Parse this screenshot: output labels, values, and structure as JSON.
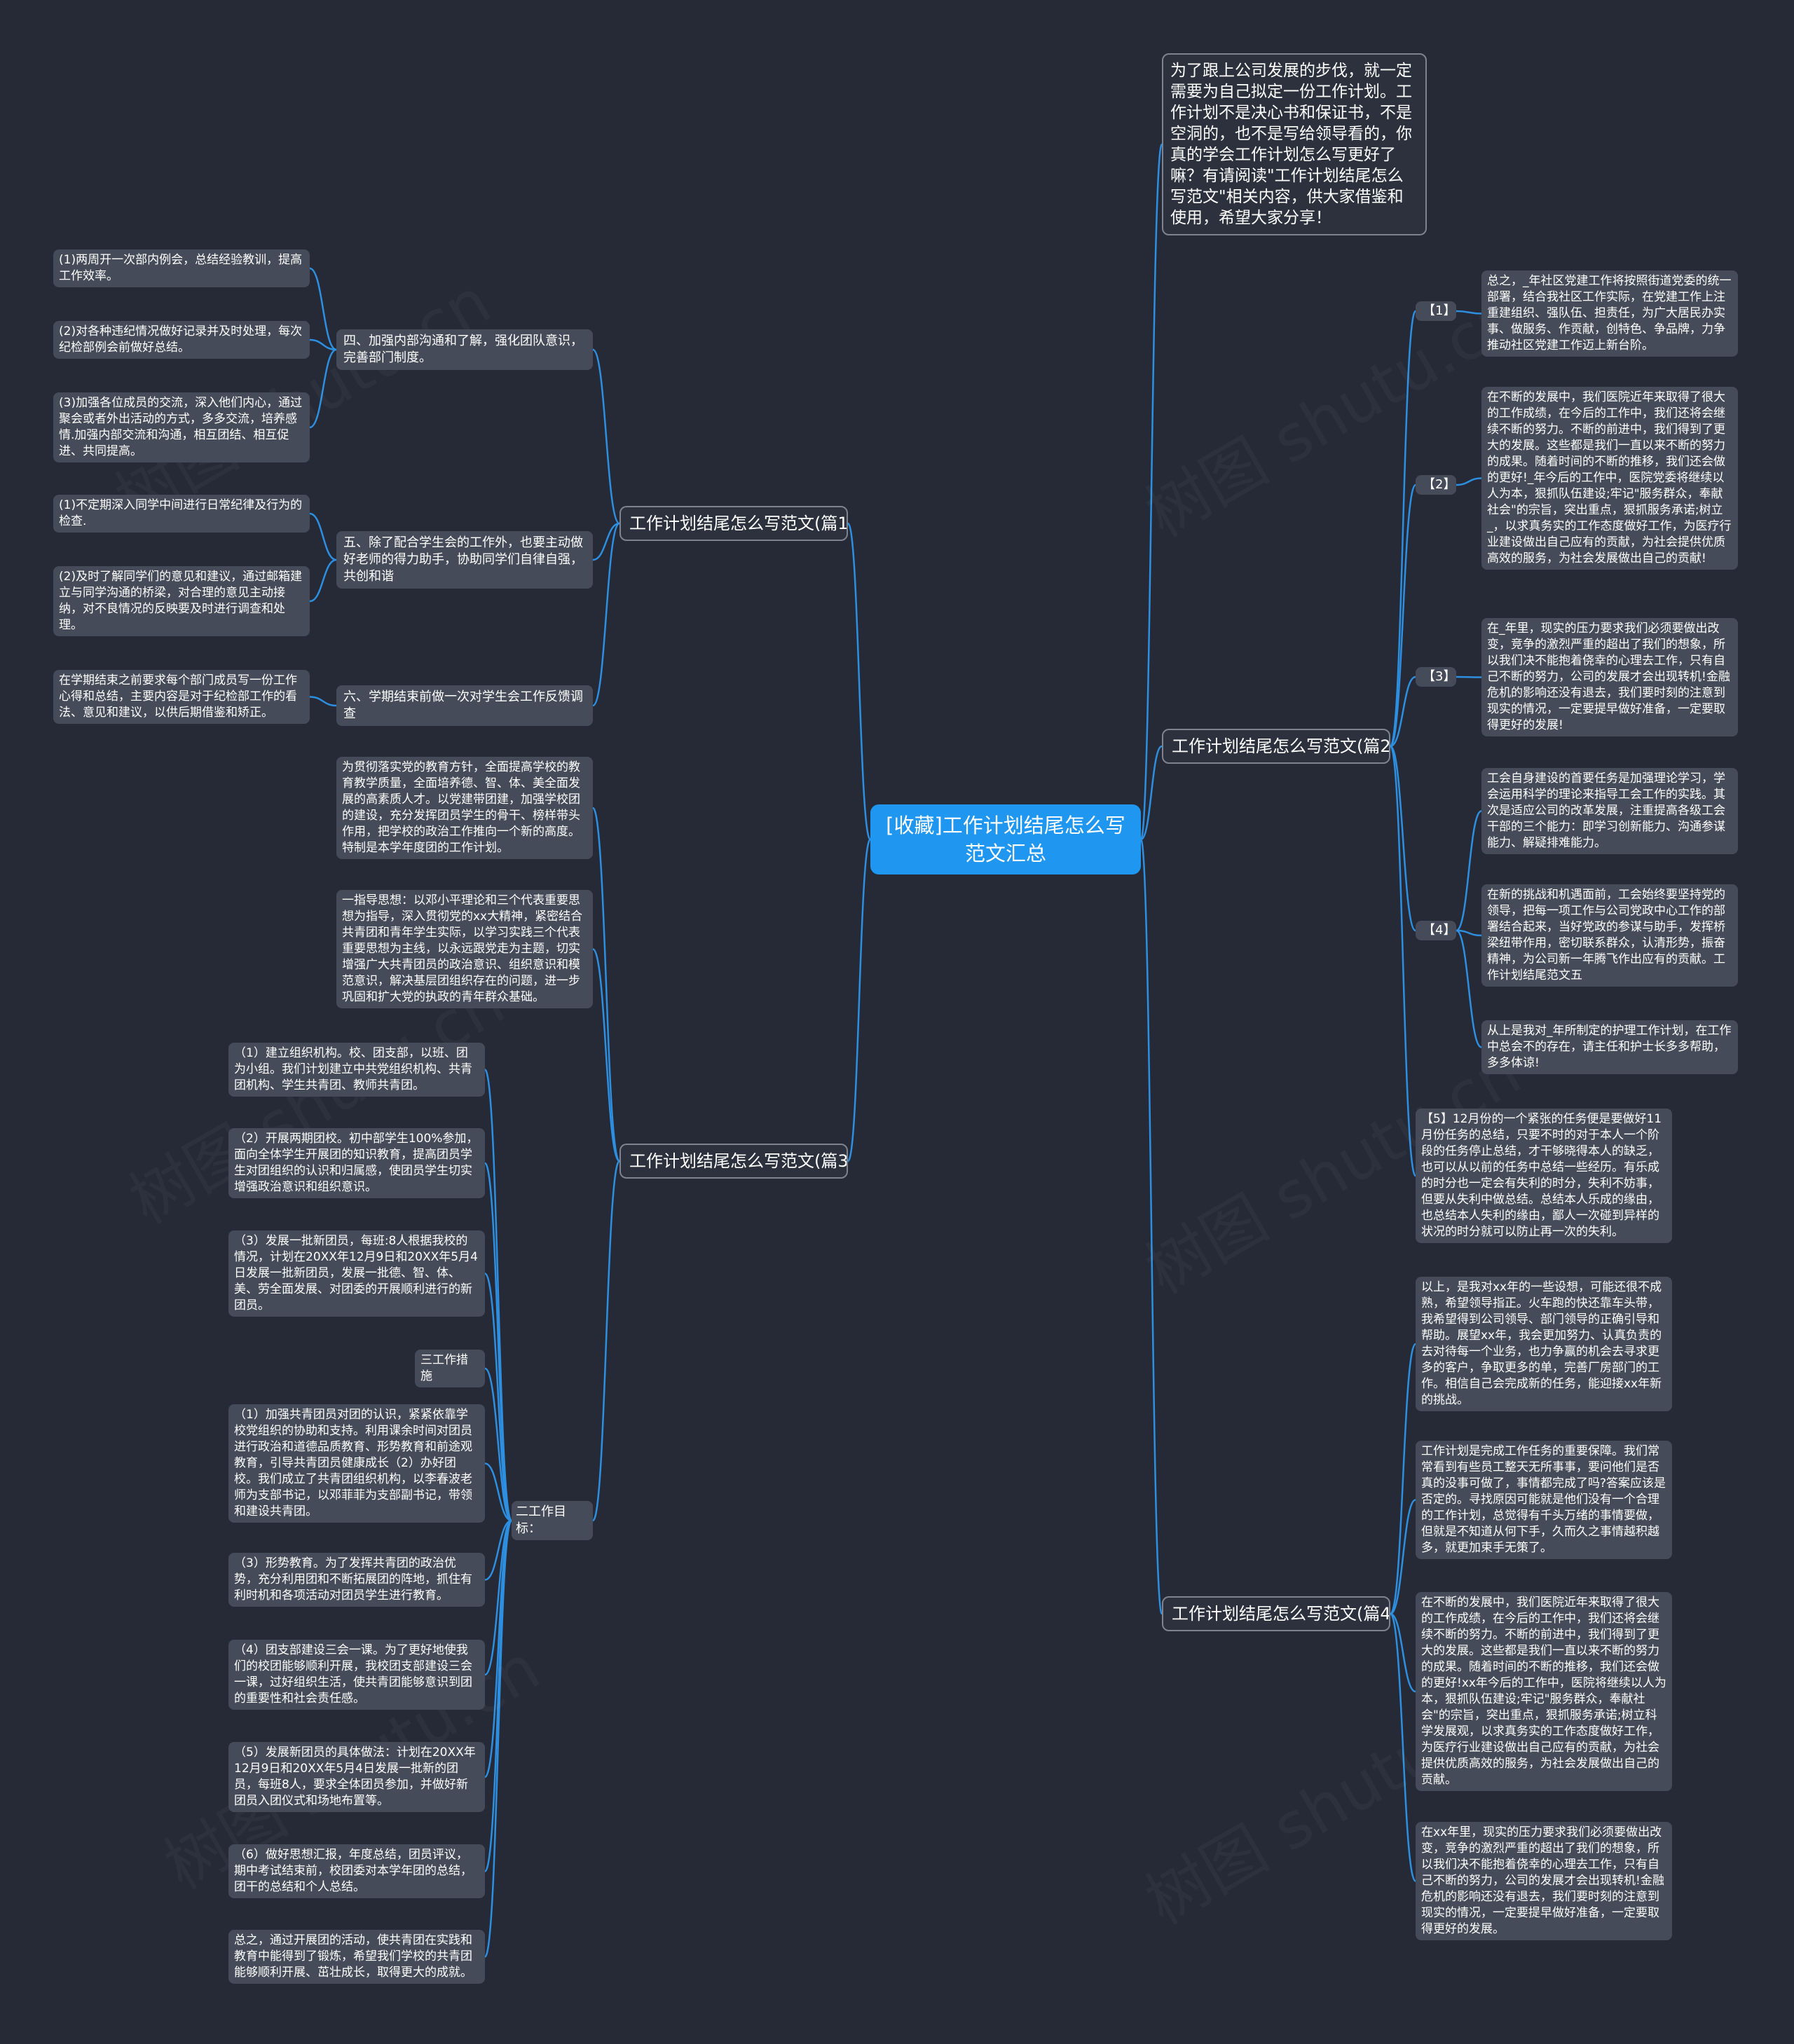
{
  "colors": {
    "background": "#252a36",
    "root": "#1f96f0",
    "line": "#2e8fe0",
    "node": "#454b59"
  },
  "root": "[收藏]工作计划结尾怎么写范文汇总",
  "intro": "为了跟上公司发展的步伐，就一定需要为自己拟定一份工作计划。工作计划不是决心书和保证书，不是空洞的，也不是写给领导看的，你真的学会工作计划怎么写更好了嘛？有请阅读\"工作计划结尾怎么写范文\"相关内容，供大家借鉴和使用，希望大家分享！",
  "branch1": {
    "title": "工作计划结尾怎么写范文(篇1)",
    "s4": "四、加强内部沟通和了解，强化团队意识，完善部门制度。",
    "s4_items": [
      "(1)两周开一次部内例会，总结经验教训，提高工作效率。",
      "(2)对各种违纪情况做好记录并及时处理，每次纪检部例会前做好总结。",
      "(3)加强各位成员的交流，深入他们内心，通过聚会或者外出活动的方式，多多交流，培养感情.加强内部交流和沟通，相互团结、相互促进、共同提高。"
    ],
    "s5": "五、除了配合学生会的工作外，也要主动做好老师的得力助手，协助同学们自律自强，共创和谐",
    "s5_items": [
      "(1)不定期深入同学中间进行日常纪律及行为的检查.",
      "(2)及时了解同学们的意见和建议，通过邮箱建立与同学沟通的桥梁，对合理的意见主动接纳，对不良情况的反映要及时进行调查和处理。"
    ],
    "s6": "六、学期结束前做一次对学生会工作反馈调查",
    "s6_items": [
      "在学期结束之前要求每个部门成员写一份工作心得和总结，主要内容是对于纪检部工作的看法、意见和建议，以供后期借鉴和矫正。"
    ]
  },
  "branch3": {
    "title": "工作计划结尾怎么写范文(篇3)",
    "p1": "为贯彻落实党的教育方针，全面提高学校的教育教学质量，全面培养德、智、体、美全面发展的高素质人才。以党建带团建，加强学校团的建设，充分发挥团员学生的骨干、榜样带头作用，把学校的政治工作推向一个新的高度。特制是本学年度团的工作计划。",
    "p2": "一指导思想：以邓小平理论和三个代表重要思想为指导，深入贯彻党的xx大精神，紧密结合共青团和青年学生实际，以学习实践三个代表重要思想为主线，以永远跟党走为主题，切实增强广大共青团员的政治意识、组织意识和模范意识，解决基层团组织存在的问题，进一步巩固和扩大党的执政的青年群众基础。",
    "goal": "二工作目标：",
    "goal_items": [
      "（1）建立组织机构。校、团支部，以班、团为小组。我们计划建立中共党组织机构、共青团机构、学生共青团、教师共青团。",
      "（2）开展两期团校。初中部学生100%参加，面向全体学生开展团的知识教育，提高团员学生对团组织的认识和归属感，使团员学生切实增强政治意识和组织意识。",
      "（3）发展一批新团员，每班:8人根据我校的情况，计划在20XX年12月9日和20XX年5月4日发展一批新团员，发展一批德、智、体、美、劳全面发展、对团委的开展顺利进行的新团员。",
      "三工作措施",
      "（1）加强共青团员对团的认识，紧紧依靠学校党组织的协助和支持。利用课余时间对团员进行政治和道德品质教育、形势教育和前途观教育，引导共青团员健康成长（2）办好团校。我们成立了共青团组织机构，以李春波老师为支部书记，以邓菲菲为支部副书记，带领和建设共青团。",
      "（3）形势教育。为了发挥共青团的政治优势，充分利用团和不断拓展团的阵地，抓住有利时机和各项活动对团员学生进行教育。",
      "（4）团支部建设三会一课。为了更好地使我们的校团能够顺利开展，我校团支部建设三会一课，过好组织生活，使共青团能够意识到团的重要性和社会责任感。",
      "（5）发展新团员的具体做法：计划在20XX年12月9日和20XX年5月4日发展一批新的团员，每班8人，要求全体团员参加，并做好新团员入团仪式和场地布置等。",
      "（6）做好思想汇报，年度总结，团员评议，期中考试结束前，校团委对本学年团的总结，团干的总结和个人总结。",
      "总之，通过开展团的活动，使共青团在实践和教育中能得到了锻炼，希望我们学校的共青团能够顺利开展、茁壮成长，取得更大的成就。"
    ]
  },
  "branch2": {
    "title": "工作计划结尾怎么写范文(篇2)",
    "tag1": "【1】",
    "t1_items": [
      "总之，_年社区党建工作将按照街道党委的统一部署，结合我社区工作实际，在党建工作上注重建组织、强队伍、担责任，为广大居民办实事、做服务、作贡献，创特色、争品牌，力争推动社区党建工作迈上新台阶。"
    ],
    "tag2": "【2】",
    "t2_items": [
      "在不断的发展中，我们医院近年来取得了很大的工作成绩，在今后的工作中，我们还将会继续不断的努力。不断的前进中，我们得到了更大的发展。这些都是我们一直以来不断的努力的成果。随着时间的不断的推移，我们还会做的更好!_年今后的工作中，医院党委将继续以人为本，狠抓队伍建设;牢记\"服务群众，奉献社会\"的宗旨，突出重点，狠抓服务承诺;树立_，以求真务实的工作态度做好工作，为医疗行业建设做出自己应有的贡献，为社会提供优质高效的服务，为社会发展做出自己的贡献!"
    ],
    "tag3": "【3】",
    "t3_items": [
      "在_年里，现实的压力要求我们必须要做出改变，竞争的激烈严重的超出了我们的想象，所以我们决不能抱着侥幸的心理去工作，只有自己不断的努力，公司的发展才会出现转机!金融危机的影响还没有退去，我们要时刻的注意到现实的情况，一定要提早做好准备，一定要取得更好的发展!"
    ],
    "tag4": "【4】",
    "t4_items": [
      "工会自身建设的首要任务是加强理论学习，学会运用科学的理论来指导工会工作的实践。其次是适应公司的改革发展，注重提高各级工会干部的三个能力：即学习创新能力、沟通参谋能力、解疑排难能力。",
      "在新的挑战和机遇面前，工会始终要坚持党的领导，把每一项工作与公司党政中心工作的部署结合起来，当好党政的参谋与助手，发挥桥梁纽带作用，密切联系群众，认清形势，振奋精神，为公司新一年腾飞作出应有的贡献。工作计划结尾范文五",
      "从上是我对_年所制定的护理工作计划，在工作中总会不的存在，请主任和护士长多多帮助，多多体谅!"
    ],
    "t5": "【5】12月份的一个紧张的任务便是要做好11月份任务的总结，只要不时的对于本人一个阶段的任务停止总结，才干够晓得本人的缺乏，也可以从以前的任务中总结一些经历。有乐成的时分也一定会有失利的时分，失利不妨事，但要从失利中做总结。总结本人乐成的缘由，也总结本人失利的缘由，鄙人一次碰到异样的状况的时分就可以防止再一次的失利。"
  },
  "branch4": {
    "title": "工作计划结尾怎么写范文(篇4)",
    "items": [
      "以上，是我对xx年的一些设想，可能还很不成熟，希望领导指正。火车跑的快还靠车头带，我希望得到公司领导、部门领导的正确引导和帮助。展望xx年，我会更加努力、认真负责的去对待每一个业务，也力争赢的机会去寻求更多的客户，争取更多的单，完善厂房部门的工作。相信自己会完成新的任务，能迎接xx年新的挑战。",
      "工作计划是完成工作任务的重要保障。我们常常看到有些员工整天无所事事，要问他们是否真的没事可做了，事情都完成了吗?答案应该是否定的。寻找原因可能就是他们没有一个合理的工作计划，总觉得有千头万绪的事情要做，但就是不知道从何下手，久而久之事情越积越多，就更加束手无策了。",
      "在不断的发展中，我们医院近年来取得了很大的工作成绩，在今后的工作中，我们还将会继续不断的努力。不断的前进中，我们得到了更大的发展。这些都是我们一直以来不断的努力的成果。随着时间的不断的推移，我们还会做的更好!xx年今后的工作中，医院将继续以人为本，狠抓队伍建设;牢记\"服务群众，奉献社会\"的宗旨，突出重点，狠抓服务承诺;树立科学发展观，以求真务实的工作态度做好工作，为医疗行业建设做出自己应有的贡献，为社会提供优质高效的服务，为社会发展做出自己的贡献。",
      "在xx年里，现实的压力要求我们必须要做出改变，竞争的激烈严重的超出了我们的想象，所以我们决不能抱着侥幸的心理去工作，只有自己不断的努力，公司的发展才会出现转机!金融危机的影响还没有退去，我们要时刻的注意到现实的情况，一定要提早做好准备，一定要取得更好的发展。"
    ]
  }
}
